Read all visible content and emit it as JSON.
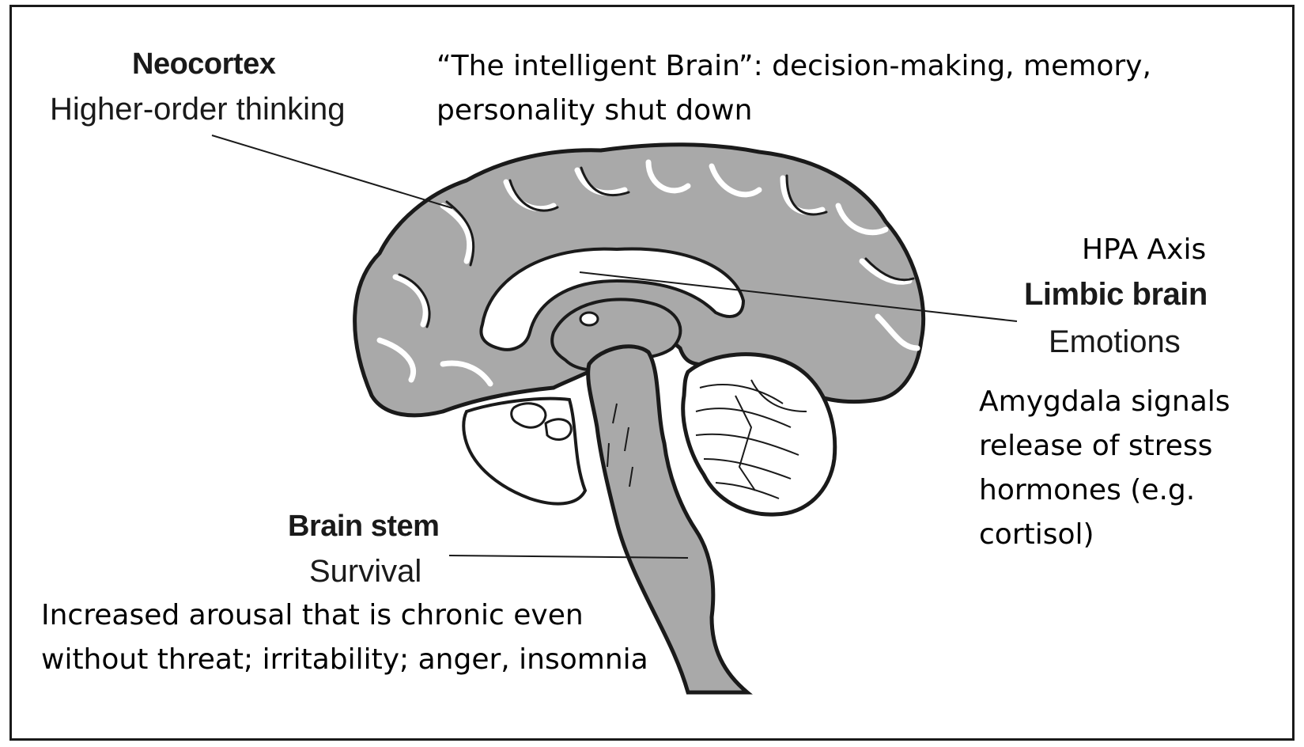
{
  "labels": {
    "neocortex": {
      "title": "Neocortex",
      "subtitle": "Higher-order thinking"
    },
    "limbic": {
      "title": "Limbic brain",
      "subtitle": "Emotions"
    },
    "brain_stem": {
      "title": "Brain stem",
      "subtitle": "Survival"
    }
  },
  "annotations": {
    "intelligent_brain": [
      "“The intelligent Brain”: decision-making, memory,",
      "personality shut down"
    ],
    "hpa_axis": "HPA Axis",
    "amygdala": [
      "Amygdala signals",
      "release of stress",
      "hormones (e.g.",
      "cortisol)"
    ],
    "arousal": [
      "Increased arousal that is chronic even",
      "without threat; irritability; anger, insomnia"
    ]
  },
  "colors": {
    "brain_fill": "#a9a9a9",
    "outline": "#1a1a1a",
    "background": "#ffffff"
  }
}
